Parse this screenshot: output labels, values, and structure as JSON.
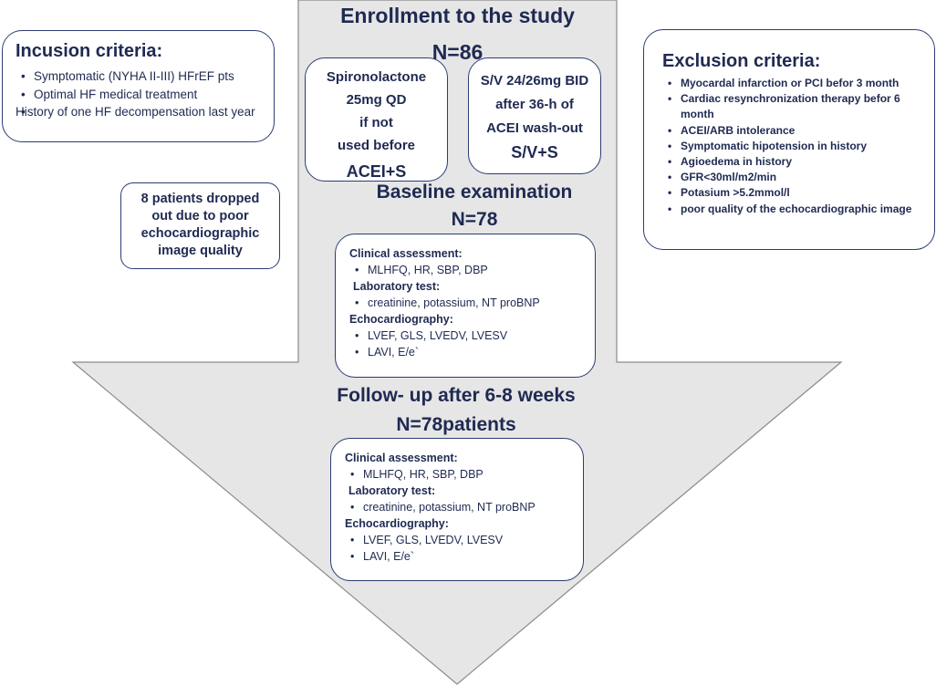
{
  "enrollment": {
    "title": "Enrollment to the study",
    "n": "N=86"
  },
  "spironolactone": {
    "lines": [
      "Spironolactone",
      "25mg QD",
      "if not",
      "used before"
    ],
    "group": "ACEI+S"
  },
  "sv": {
    "lines": [
      "S/V 24/26mg BID",
      "after 36-h of",
      "ACEI wash-out"
    ],
    "group": "S/V+S"
  },
  "inclusion": {
    "title": "Incusion criteria:",
    "items": [
      "Symptomatic (NYHA II-III) HFrEF pts",
      "Optimal HF medical treatment",
      "History of one HF decompensation last year"
    ]
  },
  "exclusion": {
    "title": "Exclusion  criteria:",
    "items": [
      "Myocardal  infarction or PCI befor 3 month",
      "Cardiac  resynchronization therapy befor 6 month",
      "ACEI/ARB intolerance",
      "Symptomatic hipotension in history",
      "Agioedema in history",
      "GFR<30ml/m2/min",
      "Potasium >5.2mmol/l",
      "poor quality  of the echocardiographic image"
    ]
  },
  "dropout": {
    "text": "8 patients dropped out due to poor echocardiographic image quality"
  },
  "baseline": {
    "title": "Baseline examination",
    "n": "N=78",
    "clinical_header": "Clinical assessment:",
    "clinical_items": [
      "MLHFQ, HR, SBP, DBP"
    ],
    "lab_header": "Laboratory test:",
    "lab_items": [
      "creatinine, potassium, NT proBNP"
    ],
    "echo_header": "Echocardiography:",
    "echo_items": [
      "LVEF, GLS, LVEDV, LVESV",
      "LAVI, E/e`"
    ]
  },
  "followup": {
    "title": "Follow- up after 6-8 weeks",
    "n": "N=78patients",
    "clinical_header": "Clinical assessment:",
    "clinical_items": [
      "MLHFQ, HR, SBP, DBP"
    ],
    "lab_header": "Laboratory test:",
    "lab_items": [
      "creatinine, potassium, NT proBNP"
    ],
    "echo_header": "Echocardiography:",
    "echo_items": [
      "LVEF, GLS, LVEDV, LVESV",
      "LAVI, E/e`"
    ]
  },
  "colors": {
    "arrow_fill": "#e6e6e6",
    "arrow_stroke": "#8a8a8a",
    "box_border": "#2b3d73",
    "text": "#1f2a52"
  }
}
